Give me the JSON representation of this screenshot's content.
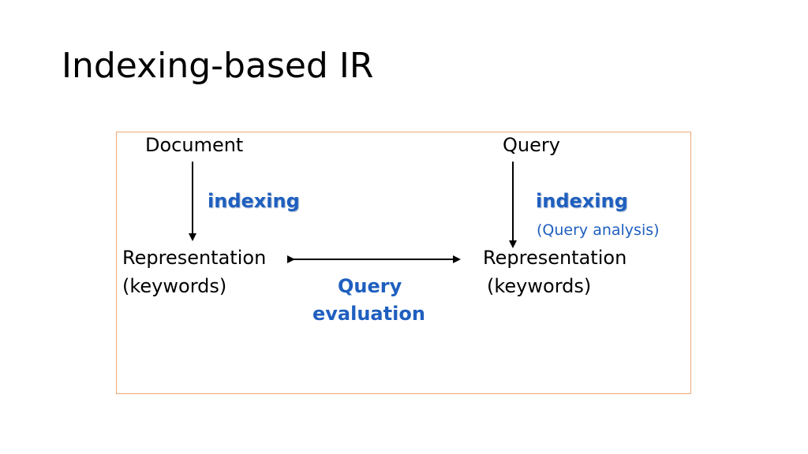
{
  "slide": {
    "title": "Indexing-based IR"
  },
  "diagram": {
    "document_label": "Document",
    "query_label": "Query",
    "indexing_left": "indexing",
    "indexing_right": "indexing",
    "query_analysis": "(Query  analysis)",
    "representation_left": "Representation",
    "keywords_left": "(keywords)",
    "representation_right": "Representation",
    "keywords_right": "(keywords)",
    "query_eval_line1": "Query",
    "query_eval_line2": "evaluation"
  },
  "colors": {
    "accent_blue": "#1f5fbf",
    "frame_border": "#f0a878"
  }
}
